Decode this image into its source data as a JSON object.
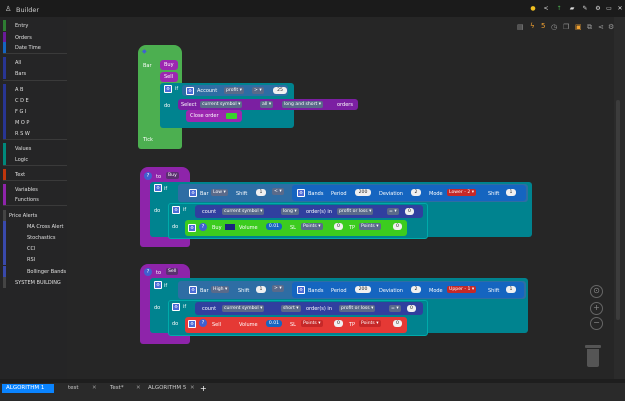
{
  "app": {
    "title": "Builder"
  },
  "titlebar_icons": [
    "warning-icon",
    "share-icon",
    "upload-icon",
    "folder-icon",
    "edit-icon",
    "settings-icon",
    "maximize-icon",
    "close-icon"
  ],
  "toolbar": {
    "count": "5"
  },
  "sidebar": [
    {
      "label": "Entry",
      "color": "#2e7d32"
    },
    {
      "label": "Orders",
      "color": "#6a1b9a"
    },
    {
      "label": "Date Time",
      "color": "#1565c0"
    },
    {
      "label": "All",
      "color": "#283593"
    },
    {
      "label": "Bars",
      "color": "#283593"
    },
    {
      "label": "A B",
      "color": "#283593"
    },
    {
      "label": "C D E",
      "color": "#283593"
    },
    {
      "label": "F G I",
      "color": "#283593"
    },
    {
      "label": "M O P",
      "color": "#283593"
    },
    {
      "label": "R S W",
      "color": "#283593"
    },
    {
      "label": "Values",
      "color": "#00897b"
    },
    {
      "label": "Logic",
      "color": "#00897b"
    },
    {
      "label": "Text",
      "color": "#bf360c"
    },
    {
      "label": "Variables",
      "color": "#8e24aa"
    },
    {
      "label": "Functions",
      "color": "#8e24aa"
    },
    {
      "label": "Price Alerts",
      "color": "#444"
    },
    {
      "label": "MA Cross Alert",
      "color": "#3949ab"
    },
    {
      "label": "Stochastics",
      "color": "#3949ab"
    },
    {
      "label": "CCI",
      "color": "#3949ab"
    },
    {
      "label": "RSI",
      "color": "#3949ab"
    },
    {
      "label": "Bollinger Bands",
      "color": "#3949ab"
    },
    {
      "label": "SYSTEM BUILDING",
      "color": "#444"
    }
  ],
  "block1": {
    "bar": "Bar",
    "buy": "Buy",
    "sell": "Sell",
    "if": "if",
    "do": "do",
    "tick": "Tick",
    "account": "Account",
    "profit": "profit",
    "op": ">",
    "value": "25",
    "select": "Select",
    "current_symbol": "current symbol",
    "all": "all",
    "long_short": "long and short",
    "orders": "orders",
    "close_order": "Close order"
  },
  "block2": {
    "to": "to",
    "name": "Buy",
    "if": "if",
    "do": "do",
    "bar": "Bar",
    "low": "Low",
    "shift": "Shift",
    "shift_val": "1",
    "op": "<",
    "bands": "Bands",
    "period": "Period",
    "period_val": "200",
    "deviation": "Deviation",
    "dev_val": "2",
    "mode": "Mode",
    "mode_val": "Lower - 2",
    "shift2": "Shift",
    "shift2_val": "1",
    "count": "count",
    "cur_sym": "current symbol",
    "long": "long",
    "orders_in": "order(s) in",
    "profit_loss": "profit or loss",
    "eq": "=",
    "zero": "0",
    "buy": "Buy",
    "volume": "Volume",
    "vol_val": "0.01",
    "sl": "SL",
    "points": "Points",
    "sl_val": "0",
    "tp": "TP",
    "tp_val": "0"
  },
  "block3": {
    "to": "to",
    "name": "Sell",
    "if": "if",
    "do": "do",
    "bar": "Bar",
    "high": "High",
    "shift": "Shift",
    "shift_val": "1",
    "op": ">",
    "bands": "Bands",
    "period": "Period",
    "period_val": "200",
    "deviation": "Deviation",
    "dev_val": "2",
    "mode": "Mode",
    "mode_val": "Upper - 1",
    "shift2": "Shift",
    "shift2_val": "1",
    "count": "count",
    "cur_sym": "current symbol",
    "short": "short",
    "orders_in": "order(s) in",
    "profit_loss": "profit or loss",
    "eq": "=",
    "zero": "0",
    "sell": "Sell",
    "volume": "Volume",
    "vol_val": "0.01",
    "sl": "SL",
    "points": "Points",
    "sl_val": "0",
    "tp": "TP",
    "tp_val": "0"
  },
  "tabs": [
    {
      "label": "ALGORITHM 1"
    },
    {
      "label": "test"
    },
    {
      "label": "Test*"
    },
    {
      "label": "ALGORITHM 5"
    }
  ],
  "add_tab": "+",
  "zoom_controls": {
    "center": "⊙",
    "plus": "+",
    "minus": "−"
  }
}
